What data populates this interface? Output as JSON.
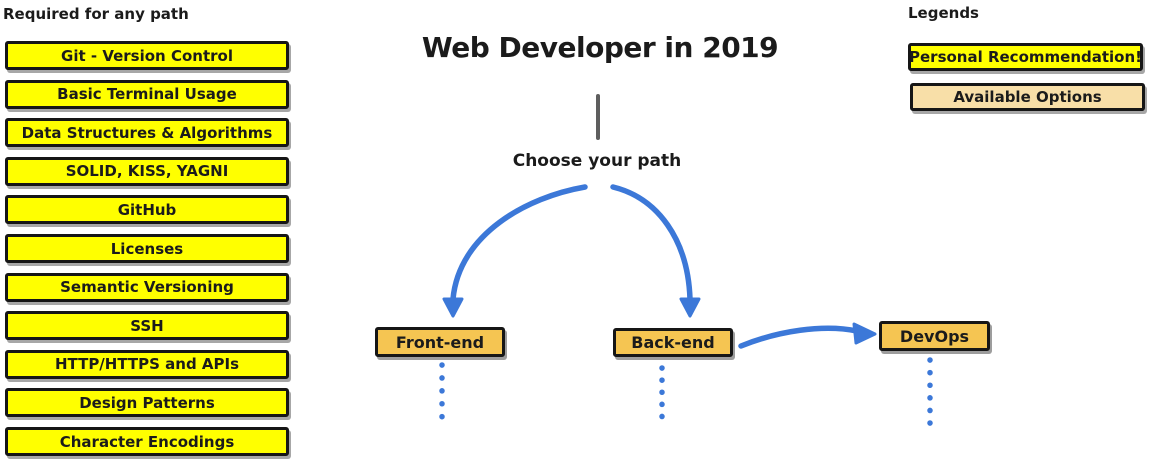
{
  "left_column": {
    "header": "Required for any path",
    "items": [
      "Git - Version Control",
      "Basic Terminal Usage",
      "Data Structures & Algorithms",
      "SOLID, KISS, YAGNI",
      "GitHub",
      "Licenses",
      "Semantic Versioning",
      "SSH",
      "HTTP/HTTPS and APIs",
      "Design Patterns",
      "Character Encodings"
    ]
  },
  "main": {
    "title": "Web Developer in 2019",
    "prompt": "Choose your path",
    "nodes": {
      "front_end": "Front-end",
      "back_end": "Back-end",
      "devops": "DevOps"
    }
  },
  "legend": {
    "header": "Legends",
    "items": [
      {
        "label": "Personal Recommendation!",
        "type": "recommendation"
      },
      {
        "label": "Available Options",
        "type": "option"
      }
    ]
  },
  "colors": {
    "recommendation_yellow": "#FFFF00",
    "available_option_tan": "#F8DFA8",
    "path_node_gold": "#F5C552",
    "arrow_blue": "#3C78D8",
    "connector_gray": "#5E5E5E"
  }
}
